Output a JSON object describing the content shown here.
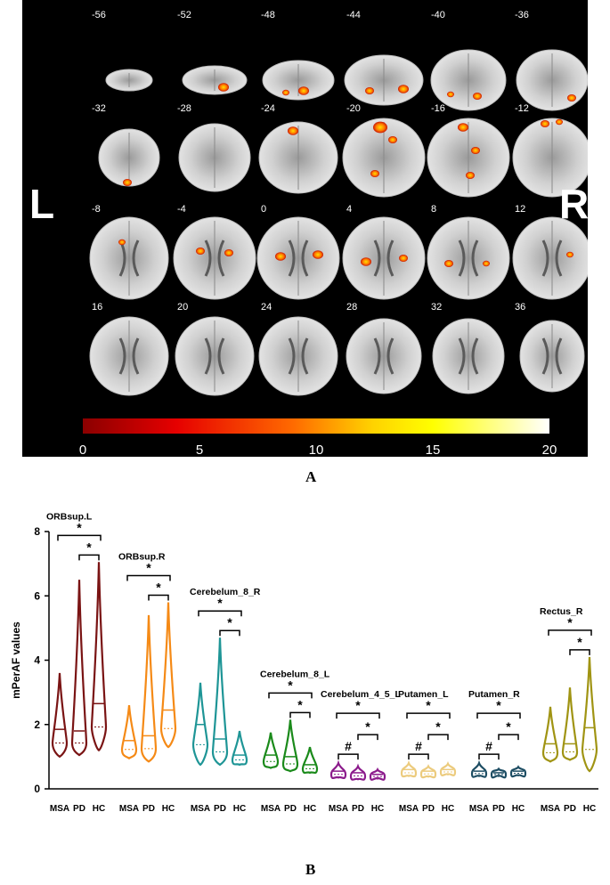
{
  "panel_a": {
    "side_left": "L",
    "side_right": "R",
    "slice_labels": [
      "-56",
      "-52",
      "-48",
      "-44",
      "-40",
      "-36",
      "-32",
      "-28",
      "-24",
      "-20",
      "-16",
      "-12",
      "-8",
      "-4",
      "0",
      "4",
      "8",
      "12",
      "16",
      "20",
      "24",
      "28",
      "32",
      "36"
    ],
    "colorbar_ticks": [
      "0",
      "5",
      "10",
      "15",
      "20"
    ],
    "colorbar_range": [
      0,
      20
    ],
    "colorbar_colors": [
      "#8b0000",
      "#e60000",
      "#ff6a00",
      "#ffd200",
      "#ffff00",
      "#ffffff"
    ]
  },
  "panel_labels": {
    "a": "A",
    "b": "B"
  },
  "chart_data": {
    "type": "violin",
    "ylabel": "mPerAF values",
    "ylim": [
      0,
      8
    ],
    "yticks": [
      "0",
      "2",
      "4",
      "6",
      "8"
    ],
    "groups": [
      "MSA",
      "PD",
      "HC"
    ],
    "regions": [
      {
        "name": "ORBsup.L",
        "color": "#7a1414",
        "values": [
          {
            "median": 1.85,
            "min": 1.0,
            "max": 3.6
          },
          {
            "median": 1.8,
            "min": 1.05,
            "max": 6.5
          },
          {
            "median": 2.65,
            "min": 1.2,
            "max": 7.05
          }
        ],
        "brackets": [
          "*",
          "*"
        ]
      },
      {
        "name": "ORBsup.R",
        "color": "#f58a16",
        "values": [
          {
            "median": 1.5,
            "min": 0.95,
            "max": 2.6
          },
          {
            "median": 1.65,
            "min": 0.85,
            "max": 5.4
          },
          {
            "median": 2.45,
            "min": 1.3,
            "max": 5.8
          }
        ],
        "brackets": [
          "*",
          "*"
        ]
      },
      {
        "name": "Cerebelum_8_R",
        "color": "#1e9596",
        "values": [
          {
            "median": 2.0,
            "min": 0.75,
            "max": 3.3
          },
          {
            "median": 1.55,
            "min": 0.75,
            "max": 4.7
          },
          {
            "median": 1.05,
            "min": 0.75,
            "max": 1.8
          }
        ],
        "brackets": [
          "*",
          "*"
        ]
      },
      {
        "name": "Cerebelum_8_L",
        "color": "#1a8a1a",
        "values": [
          {
            "median": 1.05,
            "min": 0.65,
            "max": 1.75
          },
          {
            "median": 1.0,
            "min": 0.55,
            "max": 2.15
          },
          {
            "median": 0.75,
            "min": 0.5,
            "max": 1.3
          }
        ],
        "brackets": [
          "*",
          "*"
        ]
      },
      {
        "name": "Cerebelum_4_5_L",
        "color": "#8b1a8b",
        "values": [
          {
            "median": 0.55,
            "min": 0.35,
            "max": 0.8
          },
          {
            "median": 0.5,
            "min": 0.3,
            "max": 0.7
          },
          {
            "median": 0.45,
            "min": 0.32,
            "max": 0.6
          }
        ],
        "brackets": [
          "#",
          "*",
          "*"
        ]
      },
      {
        "name": "Putamen_L",
        "color": "#eccb7d",
        "values": [
          {
            "median": 0.6,
            "min": 0.4,
            "max": 0.8
          },
          {
            "median": 0.55,
            "min": 0.38,
            "max": 0.7
          },
          {
            "median": 0.6,
            "min": 0.45,
            "max": 0.78
          }
        ],
        "brackets": [
          "#",
          "*",
          "*"
        ]
      },
      {
        "name": "Putamen_R",
        "color": "#1d4d63",
        "values": [
          {
            "median": 0.55,
            "min": 0.4,
            "max": 0.8
          },
          {
            "median": 0.5,
            "min": 0.4,
            "max": 0.62
          },
          {
            "median": 0.55,
            "min": 0.42,
            "max": 0.68
          }
        ],
        "brackets": [
          "#",
          "*",
          "*"
        ]
      },
      {
        "name": "Rectus_R",
        "color": "#a09413",
        "values": [
          {
            "median": 1.4,
            "min": 0.85,
            "max": 2.55
          },
          {
            "median": 1.4,
            "min": 0.9,
            "max": 3.15
          },
          {
            "median": 1.9,
            "min": 0.55,
            "max": 4.1
          }
        ],
        "brackets": [
          "*",
          "*"
        ]
      }
    ]
  }
}
